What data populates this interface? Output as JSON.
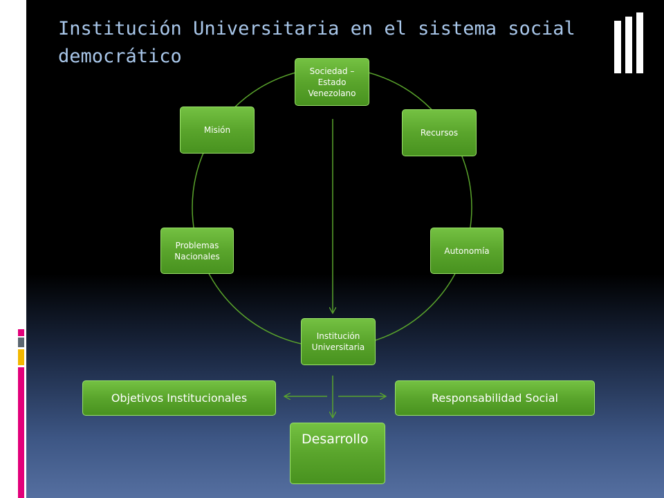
{
  "title": "Institución Universitaria en el sistema social democrático",
  "nodes": {
    "sociedad": "Sociedad – Estado Venezolano",
    "recursos": "Recursos",
    "autonomia": "Autonomía",
    "institucion": "Institución Universitaria",
    "problemas": "Problemas Nacionales",
    "mision": "Misión",
    "objetivos": "Objetivos Institucionales",
    "responsabilidad": "Responsabilidad Social",
    "desarrollo": "Desarrollo"
  },
  "colors": {
    "node_fill": "#5aa52c",
    "connector": "#5aa52c",
    "title": "#a9c7ea",
    "accent_magenta": "#e2007a",
    "accent_gold": "#f2b700",
    "accent_gray": "#5b6670"
  }
}
